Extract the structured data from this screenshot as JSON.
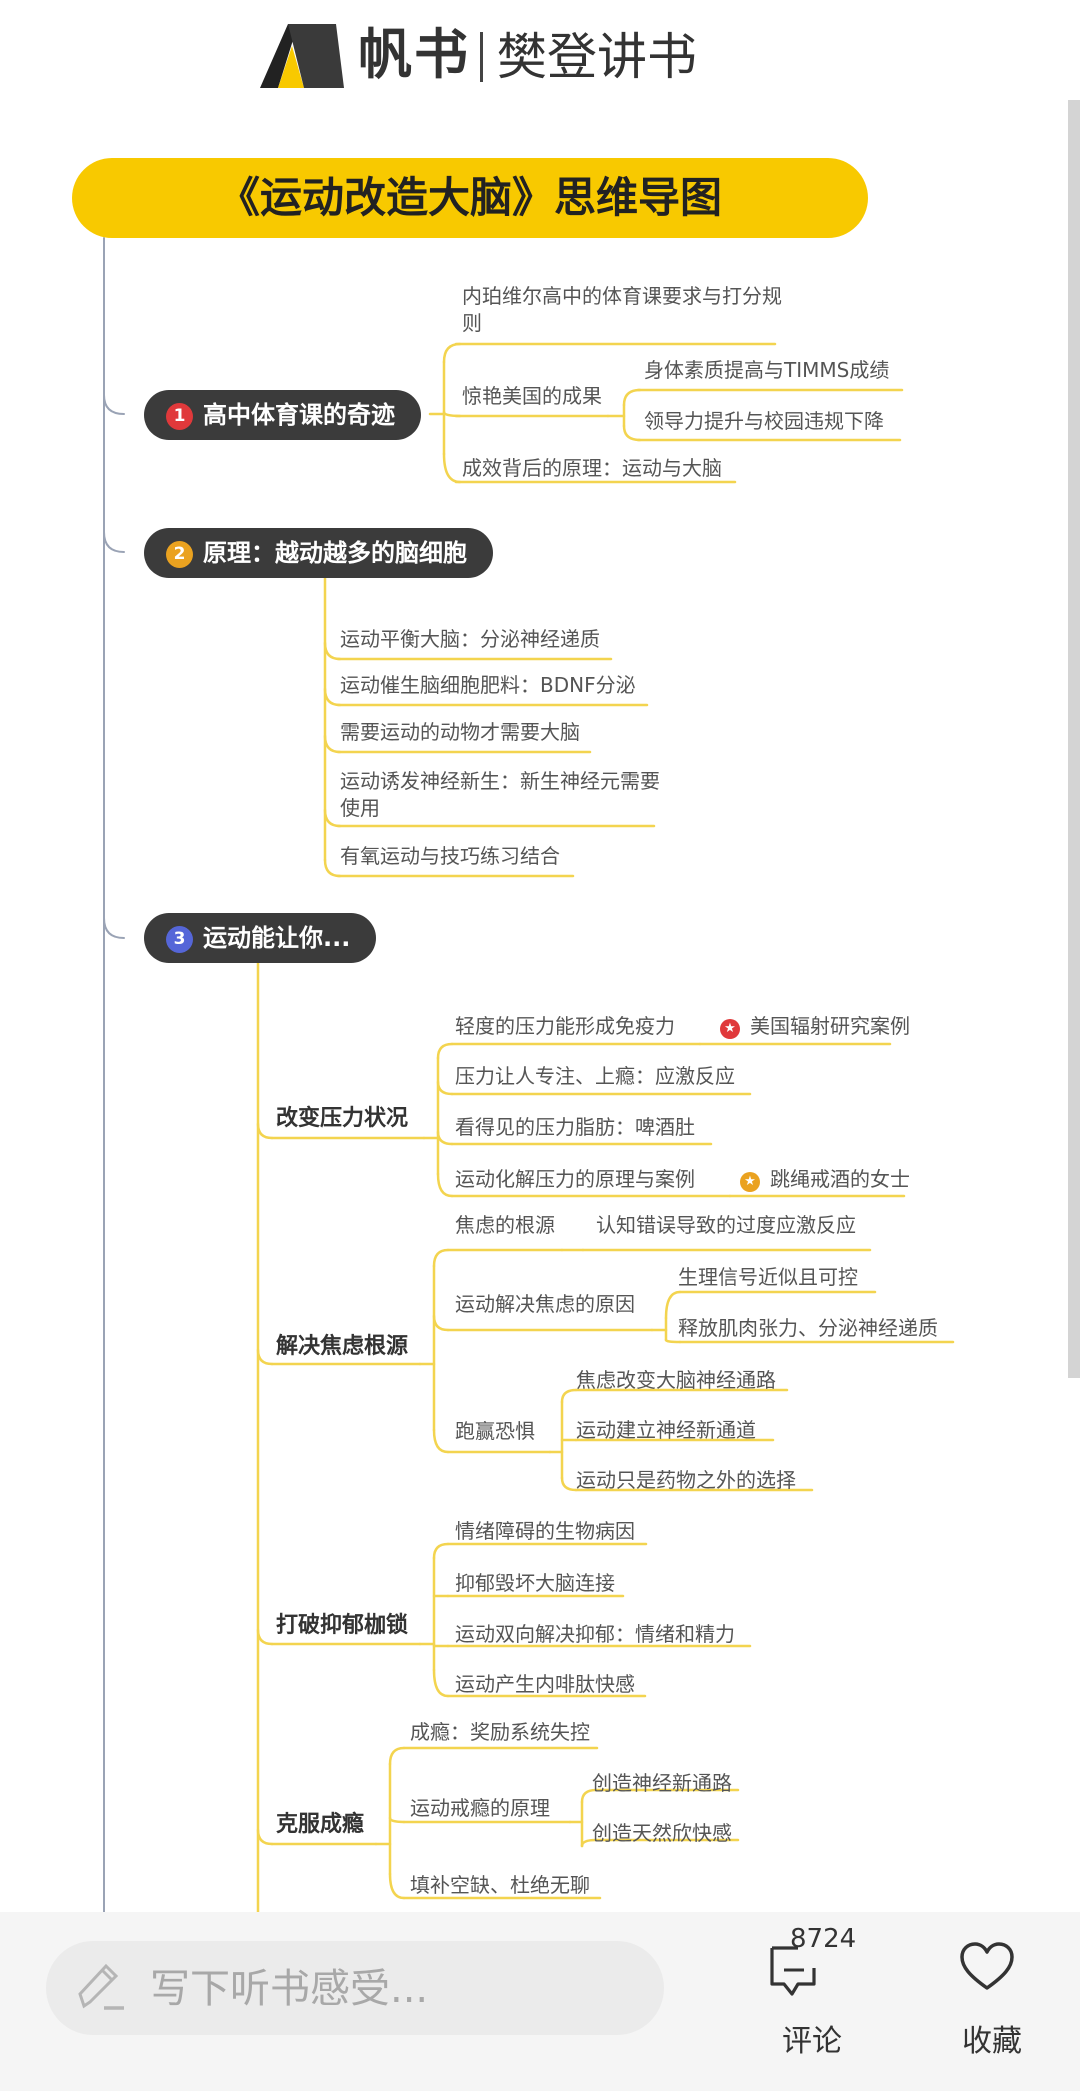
{
  "header": {
    "brand": "帆书",
    "channel": "樊登讲书"
  },
  "mindmap": {
    "title": "《运动改造大脑》思维导图",
    "sections": [
      {
        "num": "1",
        "label": "高中体育课的奇迹",
        "items": [
          "内珀维尔高中的体育课要求与打分规则",
          "惊艳美国的成果",
          "成效背后的原理：运动与大脑"
        ],
        "results": [
          "身体素质提高与TIMMS成绩",
          "领导力提升与校园违规下降"
        ]
      },
      {
        "num": "2",
        "label": "原理：越动越多的脑细胞",
        "items": [
          "运动平衡大脑：分泌神经递质",
          "运动催生脑细胞肥料：BDNF分泌",
          "需要运动的动物才需要大脑",
          "运动诱发神经新生：新生神经元需要使用",
          "有氧运动与技巧练习结合"
        ]
      },
      {
        "num": "3",
        "label": "运动能让你...",
        "groups": [
          {
            "label": "改变压力状况",
            "items": [
              "轻度的压力能形成免疫力",
              "压力让人专注、上瘾：应激反应",
              "看得见的压力脂肪：啤酒肚",
              "运动化解压力的原理与案例"
            ],
            "cases": [
              "美国辐射研究案例",
              "跳绳戒酒的女士"
            ]
          },
          {
            "label": "解决焦虑根源",
            "items": [
              "焦虑的根源",
              "运动解决焦虑的原因",
              "跑赢恐惧"
            ],
            "root": "认知错误导致的过度应激反应",
            "reasons": [
              "生理信号近似且可控",
              "释放肌肉张力、分泌神经递质"
            ],
            "fear": [
              "焦虑改变大脑神经通路",
              "运动建立神经新通道",
              "运动只是药物之外的选择"
            ]
          },
          {
            "label": "打破抑郁枷锁",
            "items": [
              "情绪障碍的生物病因",
              "抑郁毁坏大脑连接",
              "运动双向解决抑郁：情绪和精力",
              "运动产生内啡肽快感"
            ]
          },
          {
            "label": "克服成瘾",
            "items": [
              "成瘾：奖励系统失控",
              "运动戒瘾的原理",
              "填补空缺、杜绝无聊"
            ],
            "principle": [
              "创造神经新通路",
              "创造天然欣快感"
            ]
          }
        ]
      }
    ]
  },
  "bottom": {
    "comment_placeholder": "写下听书感受...",
    "comment_count": "8724",
    "comment_label": "评论",
    "favorite_label": "收藏"
  },
  "icons": [
    "logo-mark-icon",
    "star-badge-icon",
    "pen-icon",
    "comment-icon",
    "heart-icon"
  ],
  "colors": {
    "accent": "#f8c900",
    "section_bg": "#3b3b3b",
    "line": "#f3d44f",
    "trunk": "#9aa3b5"
  }
}
